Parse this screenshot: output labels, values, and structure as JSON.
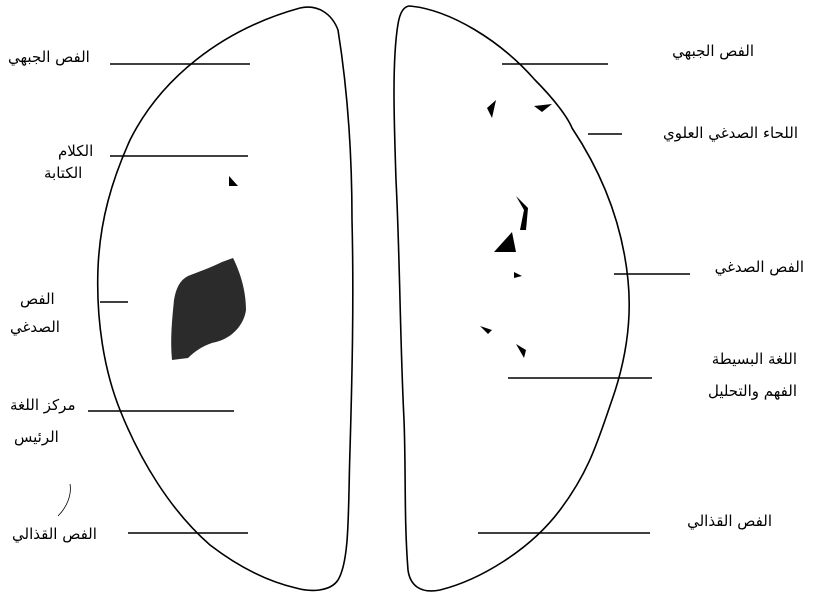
{
  "left_hemisphere": {
    "labels": [
      {
        "id": "frontal",
        "text": "الفص الجبهي"
      },
      {
        "id": "speech",
        "text": "الكلام"
      },
      {
        "id": "writing",
        "text": "الكتابة"
      },
      {
        "id": "temporal_a",
        "text": "الفص"
      },
      {
        "id": "temporal_b",
        "text": "الصدغي"
      },
      {
        "id": "language_a",
        "text": "مركز اللغة"
      },
      {
        "id": "language_b",
        "text": "الرئيس"
      },
      {
        "id": "occipital",
        "text": "الفص القذالي"
      }
    ]
  },
  "right_hemisphere": {
    "labels": [
      {
        "id": "frontal",
        "text": "الفص الجبهي"
      },
      {
        "id": "superior_temporal_gyrus",
        "text": "اللحاء الصدغي العلوي"
      },
      {
        "id": "temporal",
        "text": "الفص الصدغي"
      },
      {
        "id": "simple_language",
        "text": "اللغة البسيطة"
      },
      {
        "id": "comprehension",
        "text": "الفهم والتحليل"
      },
      {
        "id": "occipital",
        "text": "الفص القذالي"
      }
    ]
  },
  "colors": {
    "outline": "#000000",
    "shading": "#2b2b2b",
    "background": "#ffffff"
  }
}
